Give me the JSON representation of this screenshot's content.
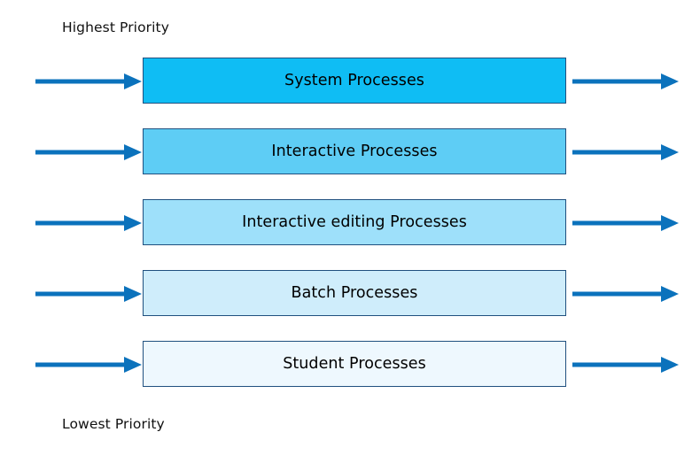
{
  "diagram": {
    "title_top": "Highest Priority",
    "title_bottom": "Lowest Priority",
    "colors": {
      "border": "#20507F",
      "arrow": "#0B72BC",
      "text": "#000000",
      "background": "#FFFFFF"
    },
    "rows": [
      {
        "label": "System Processes",
        "fill": "#0FBDF4",
        "priority_rank": 1,
        "arrow_in": "arrow-right-icon",
        "arrow_out": "arrow-right-icon"
      },
      {
        "label": "Interactive Processes",
        "fill": "#5ECDF5",
        "priority_rank": 2,
        "arrow_in": "arrow-right-icon",
        "arrow_out": "arrow-right-icon"
      },
      {
        "label": "Interactive editing Processes",
        "fill": "#9EE0FA",
        "priority_rank": 3,
        "arrow_in": "arrow-right-icon",
        "arrow_out": "arrow-right-icon"
      },
      {
        "label": "Batch Processes",
        "fill": "#CFEDFB",
        "priority_rank": 4,
        "arrow_in": "arrow-right-icon",
        "arrow_out": "arrow-right-icon"
      },
      {
        "label": "Student Processes",
        "fill": "#EEF8FE",
        "priority_rank": 5,
        "arrow_in": "arrow-right-icon",
        "arrow_out": "arrow-right-icon"
      }
    ]
  }
}
